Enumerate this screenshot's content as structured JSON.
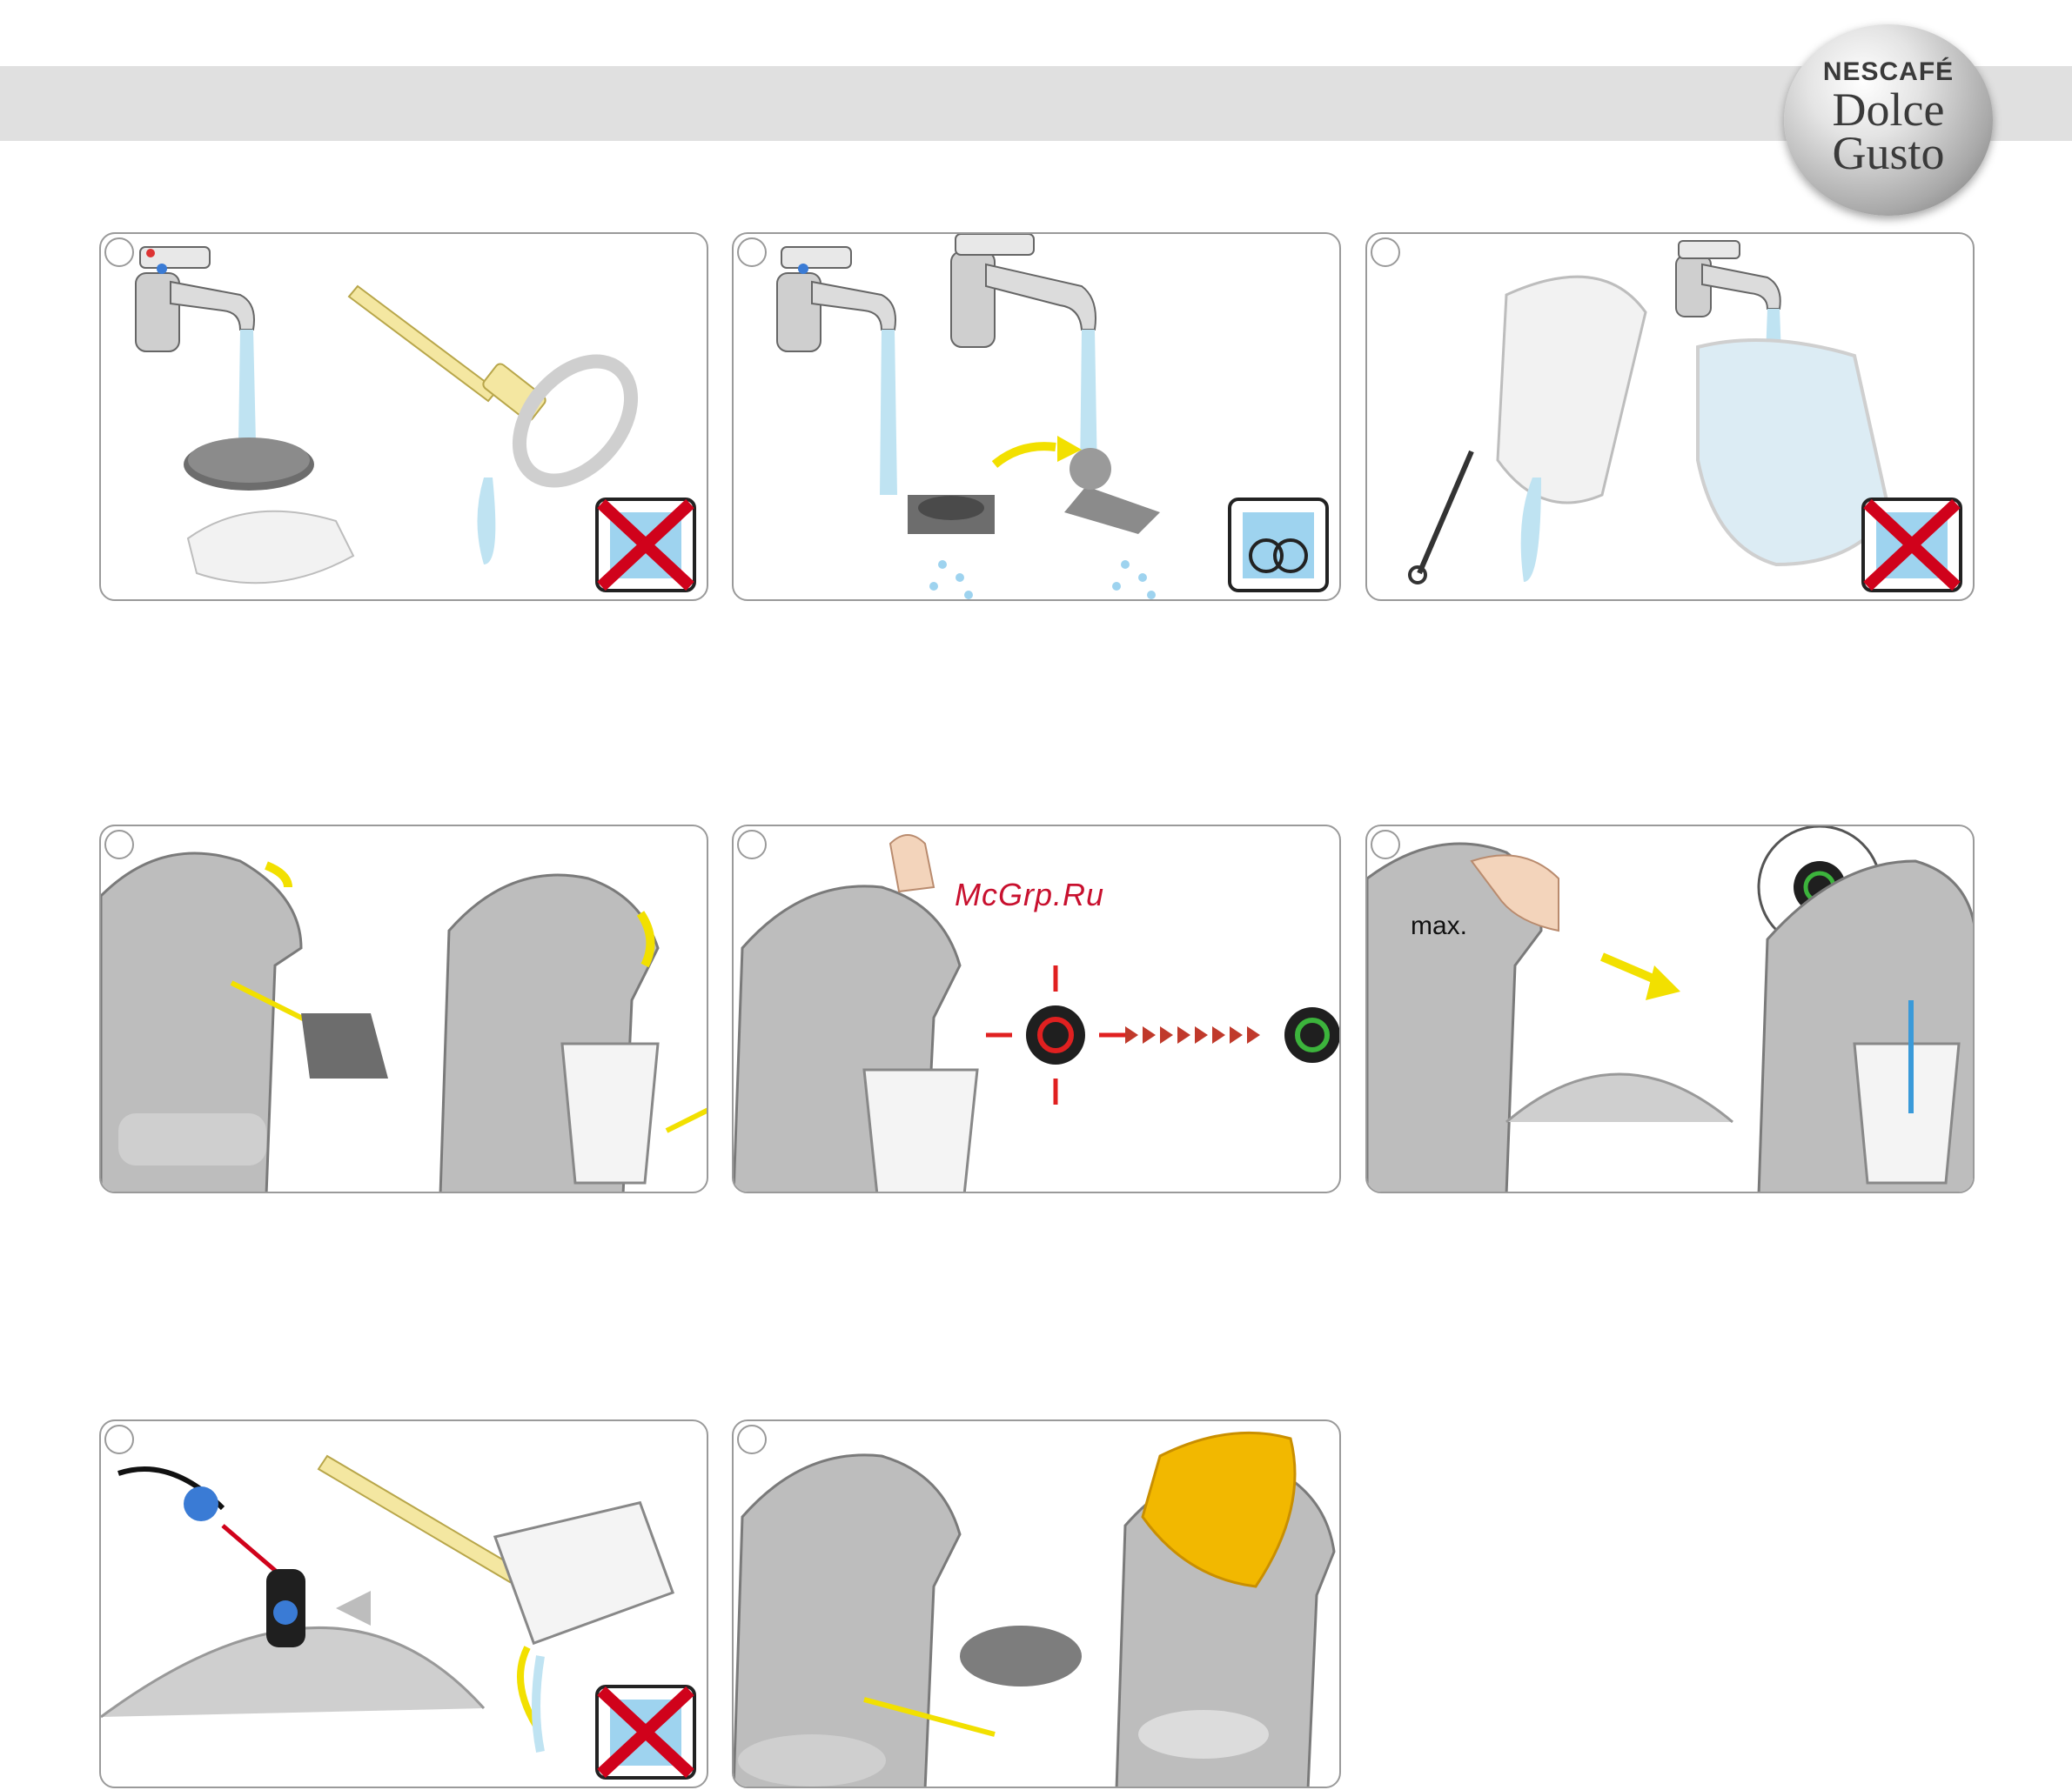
{
  "header": {
    "brand_logo_line1": "NESCAFÉ",
    "brand_logo_line2": "Dolce",
    "brand_logo_line3": "Gusto"
  },
  "watermark": "McGrp.Ru",
  "panels": [
    {
      "icon": "no-dishwasher-icon"
    },
    {
      "icon": "dishwasher-safe-icon"
    },
    {
      "icon": "no-dishwasher-icon"
    },
    {
      "icon": "none"
    },
    {
      "icon": "power-button-icon"
    },
    {
      "label": "max."
    },
    {
      "icon": "no-dishwasher-icon"
    },
    {
      "icon": "none"
    }
  ],
  "colors": {
    "red_cross": "#d0021b",
    "power_red": "#e02020",
    "power_green": "#3cb43c",
    "arrow_yellow": "#f2e000",
    "water_blue": "#bfe3f2"
  }
}
